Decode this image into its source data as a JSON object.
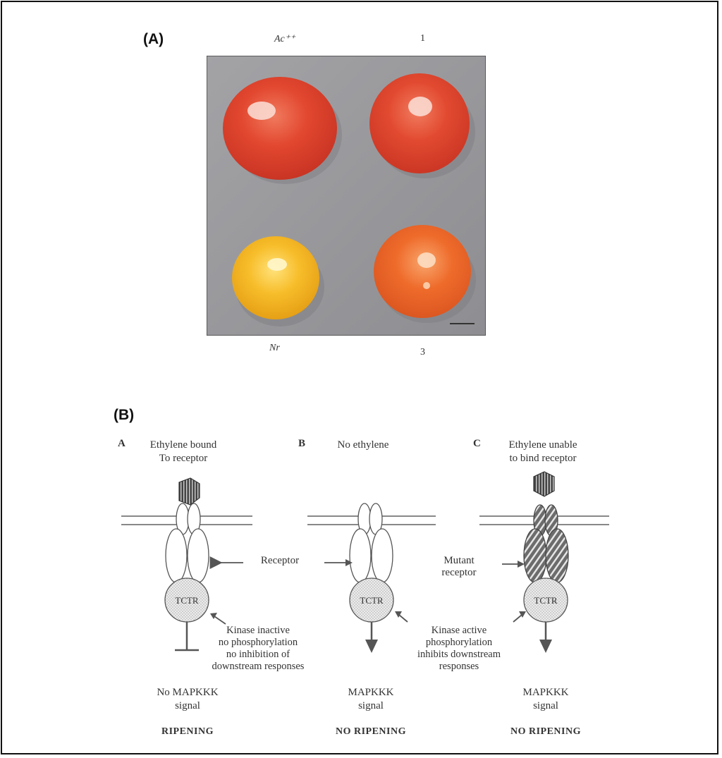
{
  "panel_a": {
    "label": "(A)",
    "fruit_labels": {
      "top_left": "Ac⁺⁺",
      "top_right": "1",
      "bottom_left": "Nr",
      "bottom_right": "3"
    },
    "colors": {
      "background": "#9a9a9c",
      "red_fruit": "#e0452e",
      "yellow_fruit": "#f4b01d",
      "orange_fruit": "#ef6a2a"
    }
  },
  "panel_b": {
    "label": "(B)",
    "columns": [
      {
        "letter": "A",
        "caption_line1": "Ethylene bound",
        "caption_line2": "To receptor",
        "signal_line1": "No MAPKKK",
        "signal_line2": "signal",
        "result": "RIPENING"
      },
      {
        "letter": "B",
        "caption_line1": "No ethylene",
        "caption_line2": "",
        "signal_line1": "MAPKKK",
        "signal_line2": "signal",
        "result": "NO RIPENING"
      },
      {
        "letter": "C",
        "caption_line1": "Ethylene unable",
        "caption_line2": "to bind receptor",
        "signal_line1": "MAPKKK",
        "signal_line2": "signal",
        "result": "NO RIPENING"
      }
    ],
    "ctr_label": "TCTR",
    "receptor_label": "Receptor",
    "mutant_receptor_line1": "Mutant",
    "mutant_receptor_line2": "receptor",
    "kinase_inactive": [
      "Kinase inactive",
      "no phosphorylation",
      "no inhibition of",
      "downstream responses"
    ],
    "kinase_active": [
      "Kinase active",
      "phosphorylation",
      "inhibits downstream",
      "responses"
    ]
  }
}
